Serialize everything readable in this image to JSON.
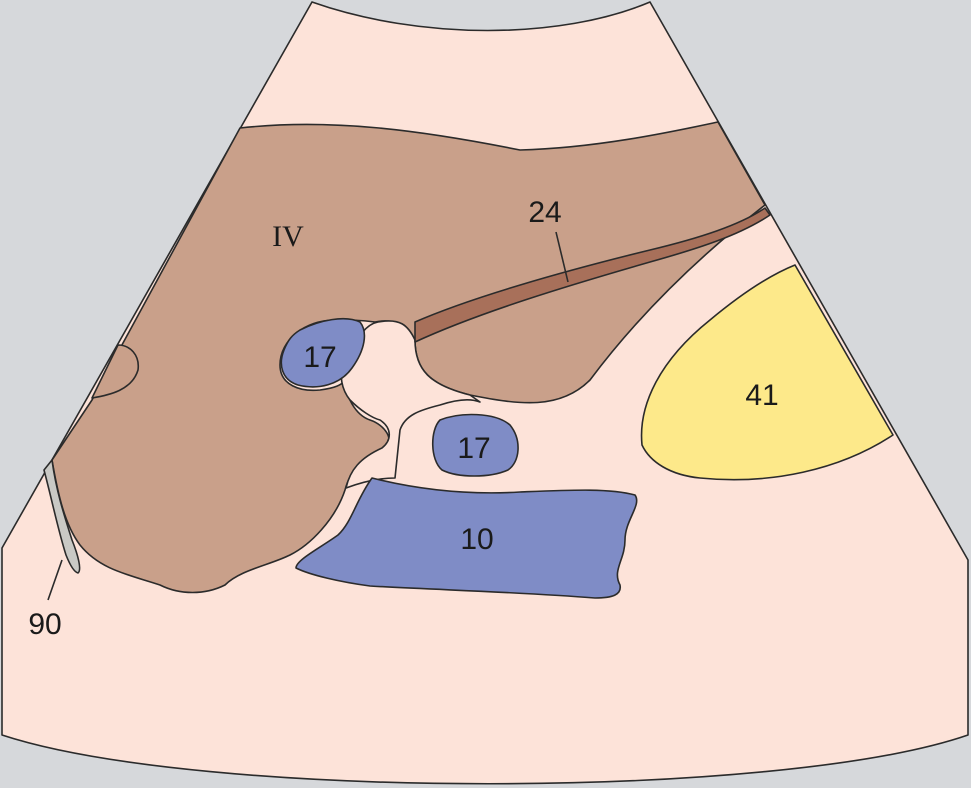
{
  "colors": {
    "background_gray": "#d6d8db",
    "tissue_pink": "#fde3d9",
    "liver_brown": "#c9a08a",
    "vessel_dark_brown": "#a8705a",
    "vessel_blue": "#7f8cc6",
    "yellow_structure": "#fde98a",
    "gray_structure": "#c9c9c5",
    "outline": "#2b2b2b"
  },
  "labels": {
    "liver_segment": "IV",
    "structure_24": "24",
    "structure_17_upper": "17",
    "structure_17_lower": "17",
    "structure_10": "10",
    "structure_41": "41",
    "structure_90": "90"
  }
}
